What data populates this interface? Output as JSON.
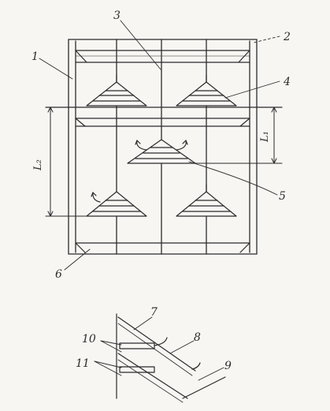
{
  "figure": {
    "callouts": [
      {
        "id": "1",
        "text": "1"
      },
      {
        "id": "2",
        "text": "2"
      },
      {
        "id": "3",
        "text": "3"
      },
      {
        "id": "4",
        "text": "4"
      },
      {
        "id": "5",
        "text": "5"
      },
      {
        "id": "6",
        "text": "6"
      },
      {
        "id": "7",
        "text": "7"
      },
      {
        "id": "8",
        "text": "8"
      },
      {
        "id": "9",
        "text": "9"
      },
      {
        "id": "10",
        "text": "10"
      },
      {
        "id": "11",
        "text": "11"
      }
    ],
    "dimensions": {
      "l1": "L₁",
      "l2": "L₂"
    }
  },
  "colors": {
    "ink": "#2b2b2b",
    "paper": "#f7f6f3"
  }
}
